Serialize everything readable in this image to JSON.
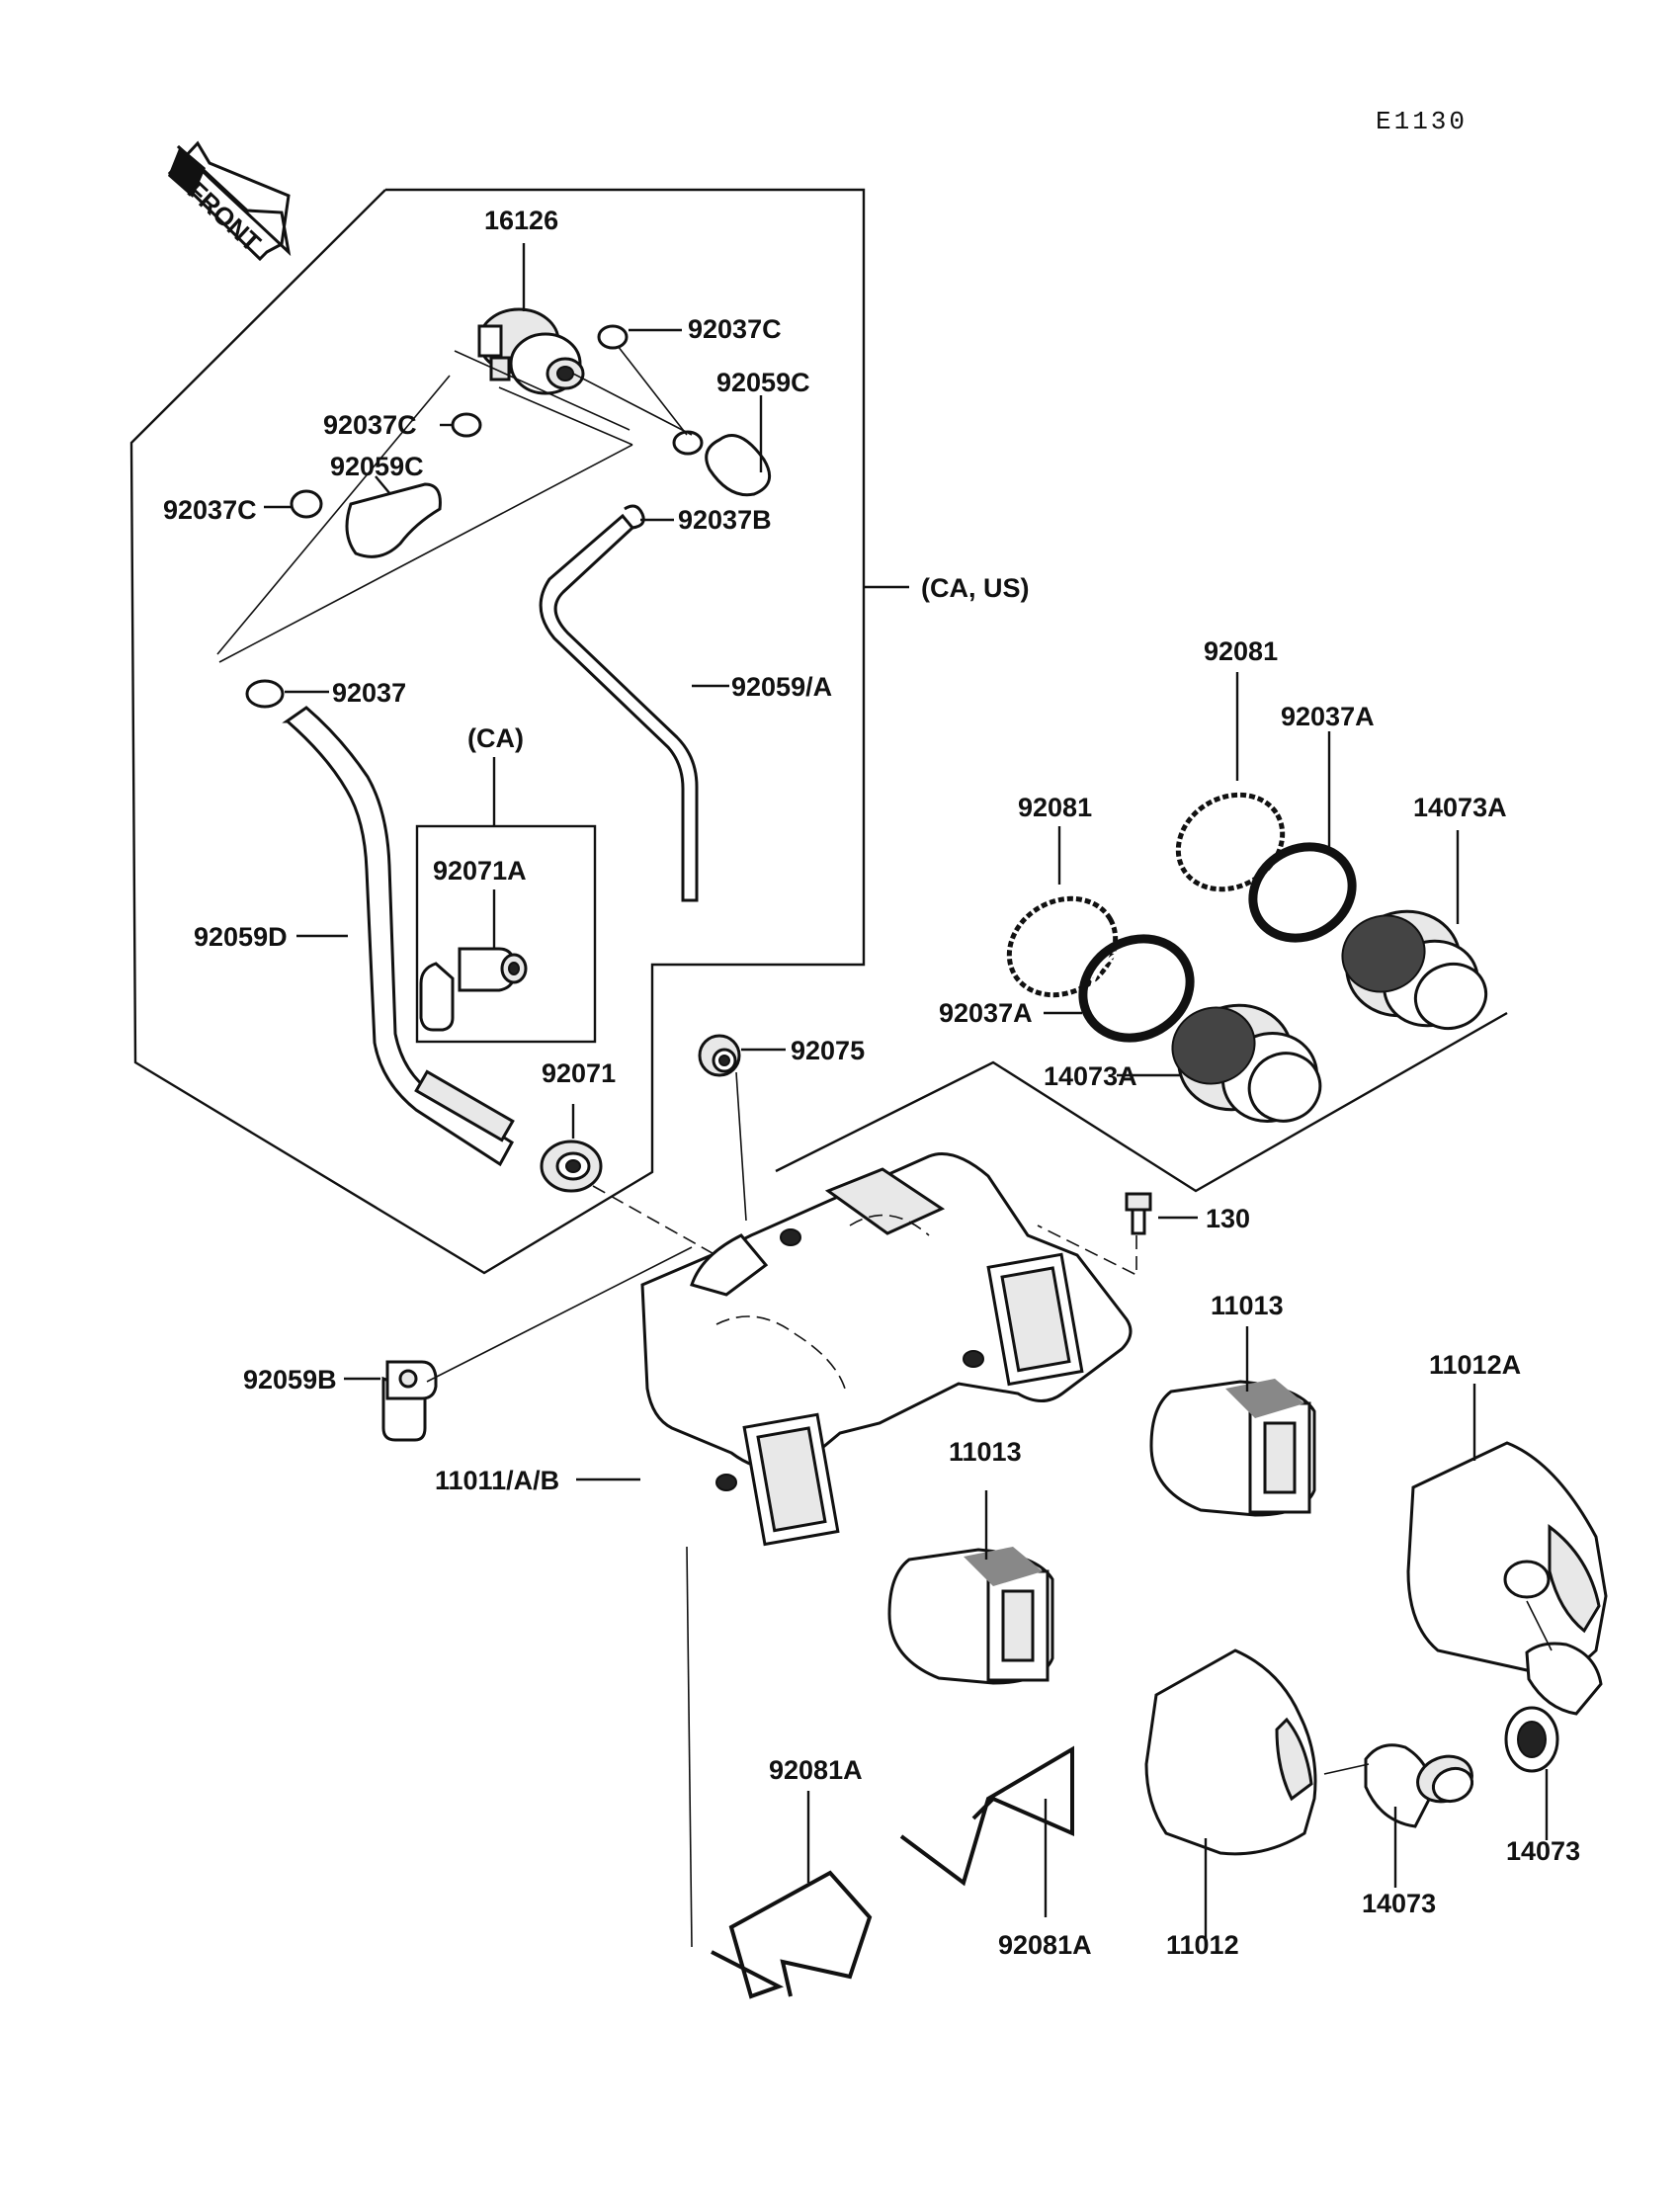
{
  "diagram_code": "E1130",
  "front_arrow": "FRONT",
  "callouts": {
    "p16126": "16126",
    "p92037C_a": "92037C",
    "p92059C_a": "92059C",
    "p92037C_b": "92037C",
    "p92059C_b": "92059C",
    "p92037C_c": "92037C",
    "p92037B": "92037B",
    "region_ca_us": "(CA, US)",
    "p92037": "92037",
    "p92059A": "92059/A",
    "region_ca": "(CA)",
    "p92071A": "92071A",
    "p92059D": "92059D",
    "p92071": "92071",
    "p92075": "92075",
    "p92081_a": "92081",
    "p92037A_a": "92037A",
    "p92081_b": "92081",
    "p14073A_a": "14073A",
    "p92037A_b": "92037A",
    "p14073A_b": "14073A",
    "p130": "130",
    "p11013_a": "11013",
    "p11012A": "11012A",
    "p92059B": "92059B",
    "p11011AB": "11011/A/B",
    "p11013_b": "11013",
    "p92081A_a": "92081A",
    "p92081A_b": "92081A",
    "p11012": "11012",
    "p14073_a": "14073",
    "p14073_b": "14073"
  }
}
